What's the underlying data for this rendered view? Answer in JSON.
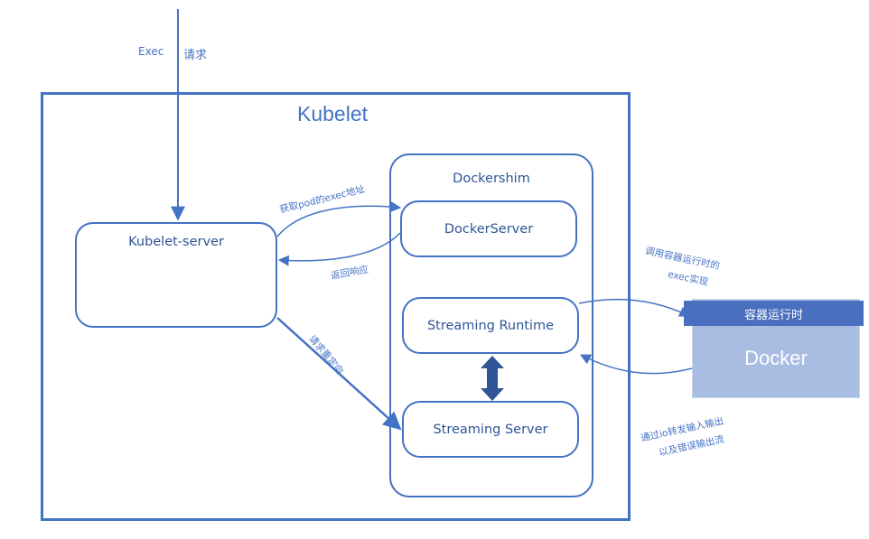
{
  "incoming": {
    "label_exec": "Exec",
    "label_request": "请求"
  },
  "kubelet": {
    "title": "Kubelet"
  },
  "kubelet_server": {
    "label": "Kubelet-server"
  },
  "dockershim": {
    "title": "Dockershim",
    "docker_server": "DockerServer",
    "streaming_runtime": "Streaming Runtime",
    "streaming_server": "Streaming Server"
  },
  "arrows": {
    "get_exec_addr": "获取pod的exec地址",
    "return_response": "返回响应",
    "redirect": "请求重定向",
    "call_runtime_line1": "调用容器运行时的",
    "call_runtime_line2": "exec实现",
    "io_forward_line1": "通过io转发输入输出",
    "io_forward_line2": "以及错误输出流"
  },
  "runtime": {
    "header": "容器运行时",
    "name": "Docker"
  },
  "colors": {
    "accent": "#4472c4",
    "dark_accent": "#2f5597",
    "runtime_header": "#4a6fbe",
    "runtime_body": "#a9bde3"
  }
}
